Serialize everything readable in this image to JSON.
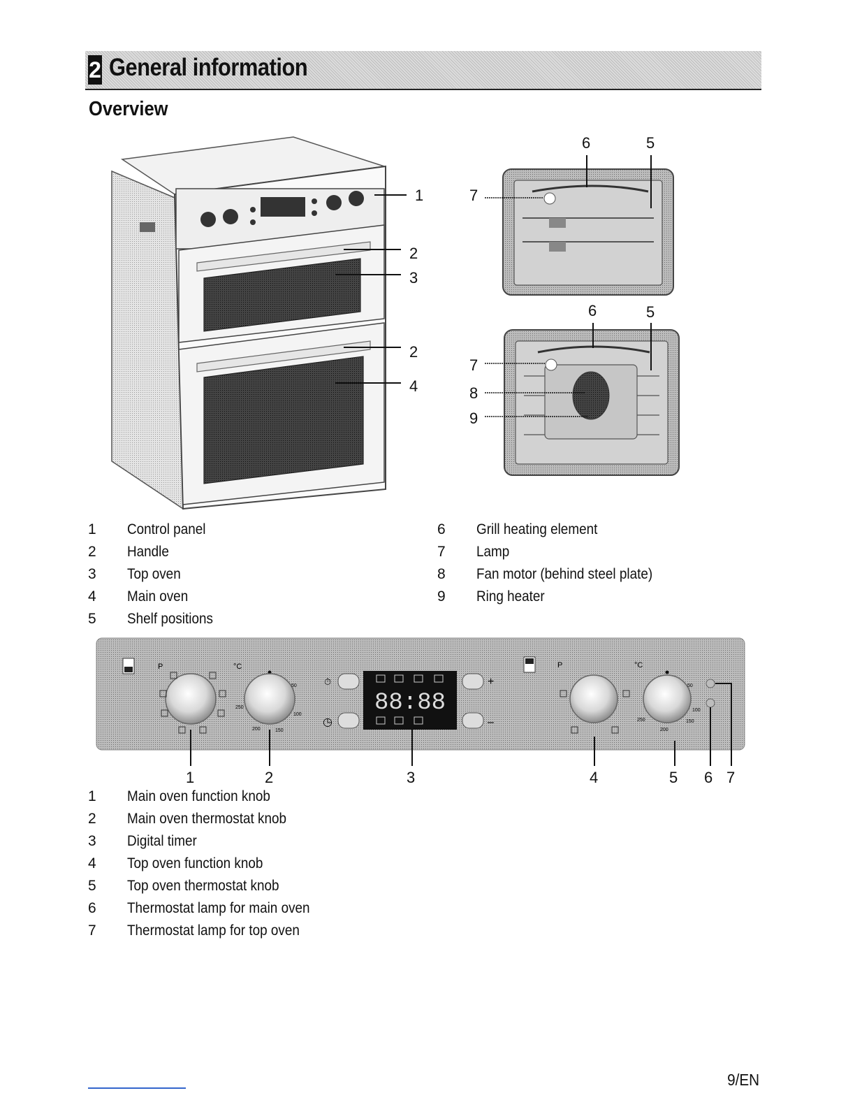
{
  "chapter": {
    "number": "2",
    "title": "General information"
  },
  "section_title": "Overview",
  "oven_callouts": [
    "1",
    "2",
    "3",
    "2",
    "4"
  ],
  "top_cavity_callouts": [
    "6",
    "5",
    "7"
  ],
  "main_cavity_callouts": [
    "6",
    "5",
    "7",
    "8",
    "9"
  ],
  "overview_legend": [
    {
      "num": "1",
      "label": "Control panel"
    },
    {
      "num": "2",
      "label": "Handle"
    },
    {
      "num": "3",
      "label": "Top oven"
    },
    {
      "num": "4",
      "label": "Main oven"
    },
    {
      "num": "5",
      "label": "Shelf positions"
    },
    {
      "num": "6",
      "label": "Grill heating element"
    },
    {
      "num": "7",
      "label": "Lamp"
    },
    {
      "num": "8",
      "label": "Fan motor (behind steel plate)"
    },
    {
      "num": "9",
      "label": "Ring heater"
    }
  ],
  "control_panel": {
    "display_digits": "88:88",
    "main_function_knob_mark": "P",
    "main_thermostat_unit": "°C",
    "main_thermostat_scale": [
      "50",
      "100",
      "150",
      "200",
      "250"
    ],
    "top_function_knob_mark": "P",
    "top_thermostat_unit": "°C",
    "top_thermostat_scale": [
      "50",
      "100",
      "150",
      "200",
      "250"
    ],
    "plus": "+",
    "minus": "–",
    "callouts": [
      "1",
      "2",
      "3",
      "4",
      "5",
      "6",
      "7"
    ]
  },
  "panel_legend": [
    {
      "num": "1",
      "label": "Main oven function knob"
    },
    {
      "num": "2",
      "label": "Main oven thermostat knob"
    },
    {
      "num": "3",
      "label": "Digital timer"
    },
    {
      "num": "4",
      "label": "Top oven function knob"
    },
    {
      "num": "5",
      "label": "Top oven thermostat knob"
    },
    {
      "num": "6",
      "label": "Thermostat lamp for main oven"
    },
    {
      "num": "7",
      "label": "Thermostat lamp for top oven"
    }
  ],
  "page_number": "9/EN"
}
